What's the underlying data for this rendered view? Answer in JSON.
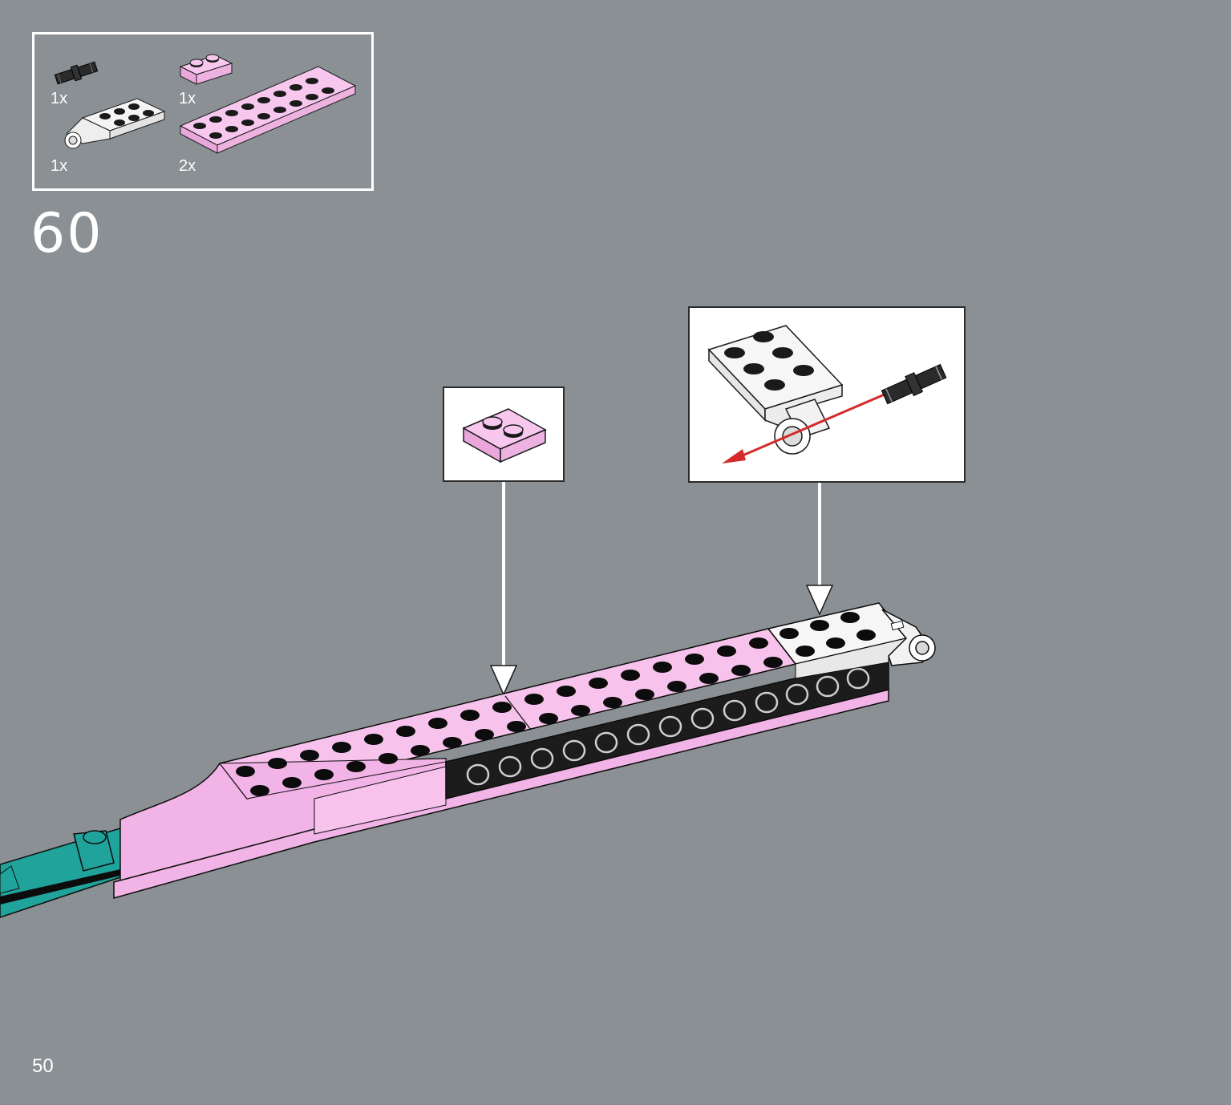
{
  "page": {
    "step_number": "60",
    "page_number": "50"
  },
  "parts_list": [
    {
      "name": "black friction pin",
      "qty": "1x"
    },
    {
      "name": "pink plate 1x2",
      "qty": "1x"
    },
    {
      "name": "white plate with pin hole",
      "qty": "1x"
    },
    {
      "name": "pink plate 2x8",
      "qty": "2x"
    }
  ],
  "colors": {
    "background": "#8a9093",
    "pink": "#f2b8e6",
    "teal": "#1fa39b",
    "white": "#ffffff",
    "black": "#1a1a1a",
    "arrow_red": "#d42a2a"
  }
}
